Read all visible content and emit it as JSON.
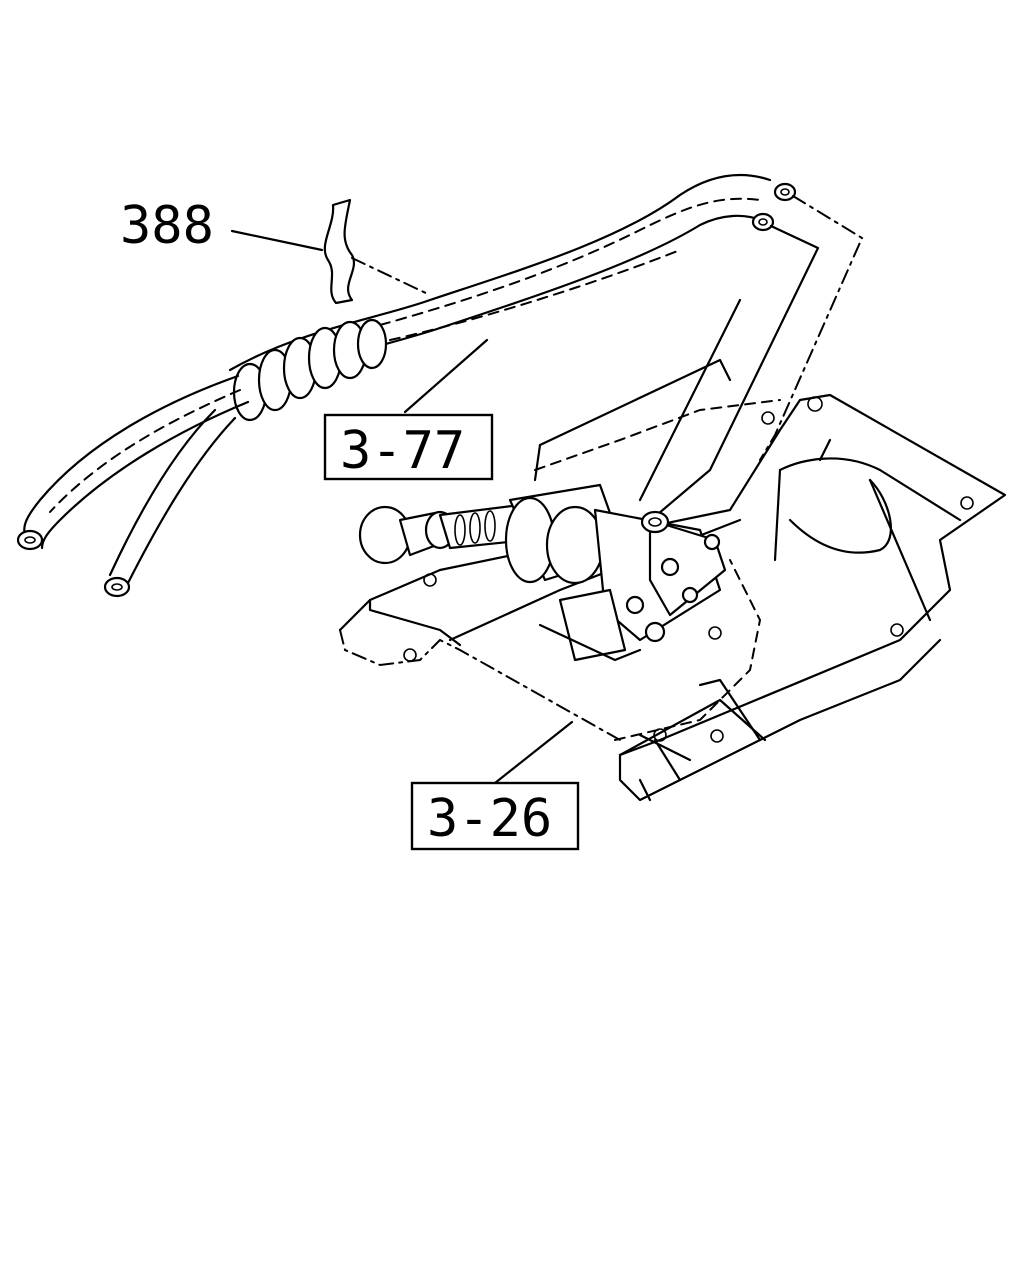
{
  "callouts": {
    "part_388": "388",
    "ref_3_77": "3-77",
    "ref_3_26": "3-26"
  },
  "colors": {
    "line": "#000000",
    "background": "#ffffff"
  }
}
